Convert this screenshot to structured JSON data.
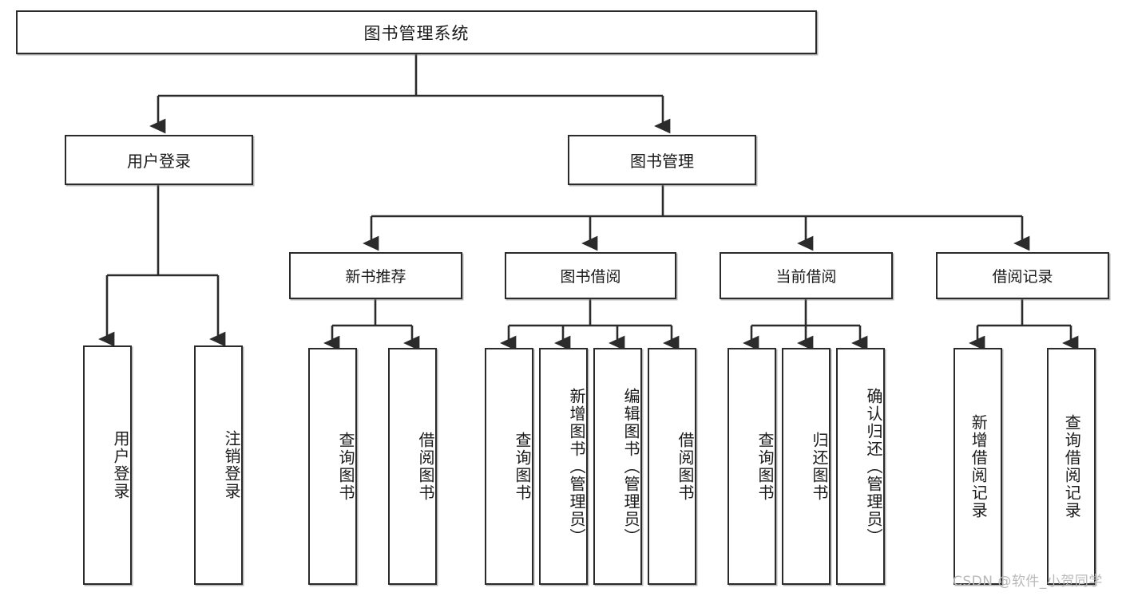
{
  "diagram": {
    "title": "图书管理系统",
    "root": {
      "label": "图书管理系统"
    },
    "level1": [
      {
        "label": "用户登录"
      },
      {
        "label": "图书管理"
      }
    ],
    "level2": [
      {
        "label": "新书推荐"
      },
      {
        "label": "图书借阅"
      },
      {
        "label": "当前借阅"
      },
      {
        "label": "借阅记录"
      }
    ],
    "leaves": {
      "user_login": [
        {
          "label": "用户登录"
        },
        {
          "label": "注销登录"
        }
      ],
      "new_book_recommend": [
        {
          "label": "查询图书"
        },
        {
          "label": "借阅图书"
        }
      ],
      "book_borrow": [
        {
          "label": "查询图书"
        },
        {
          "label": "新增图书（管理员）"
        },
        {
          "label": "编辑图书（管理员）"
        },
        {
          "label": "借阅图书"
        }
      ],
      "current_borrow": [
        {
          "label": "查询图书"
        },
        {
          "label": "归还图书"
        },
        {
          "label": "确认归还（管理员）"
        }
      ],
      "borrow_record": [
        {
          "label": "新增借阅记录"
        },
        {
          "label": "查询借阅记录"
        }
      ]
    }
  },
  "watermark": {
    "text": "CSDN @软件_小贺同学"
  },
  "colors": {
    "box_border": "#2b2b2b",
    "box_fill": "#ffffff",
    "line": "#2b2b2b",
    "text": "#1a1a1a",
    "watermark": "#b9b9b9"
  }
}
